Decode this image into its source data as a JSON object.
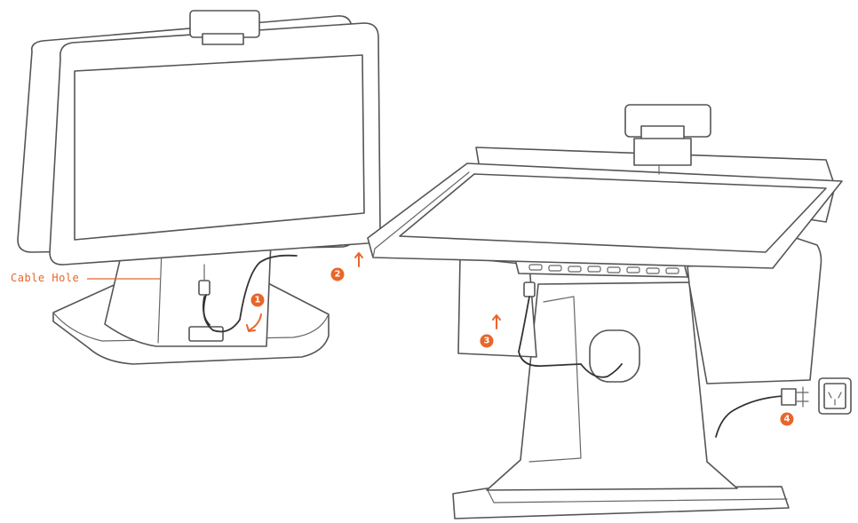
{
  "callout": {
    "label": "Cable Hole"
  },
  "steps": [
    "1",
    "2",
    "3",
    "4"
  ],
  "colors": {
    "accent": "#E8662B",
    "line": "#555555",
    "background": "#FFFFFF"
  },
  "icons": [
    "arrow-icon",
    "power-plug-icon",
    "wall-socket-icon"
  ]
}
